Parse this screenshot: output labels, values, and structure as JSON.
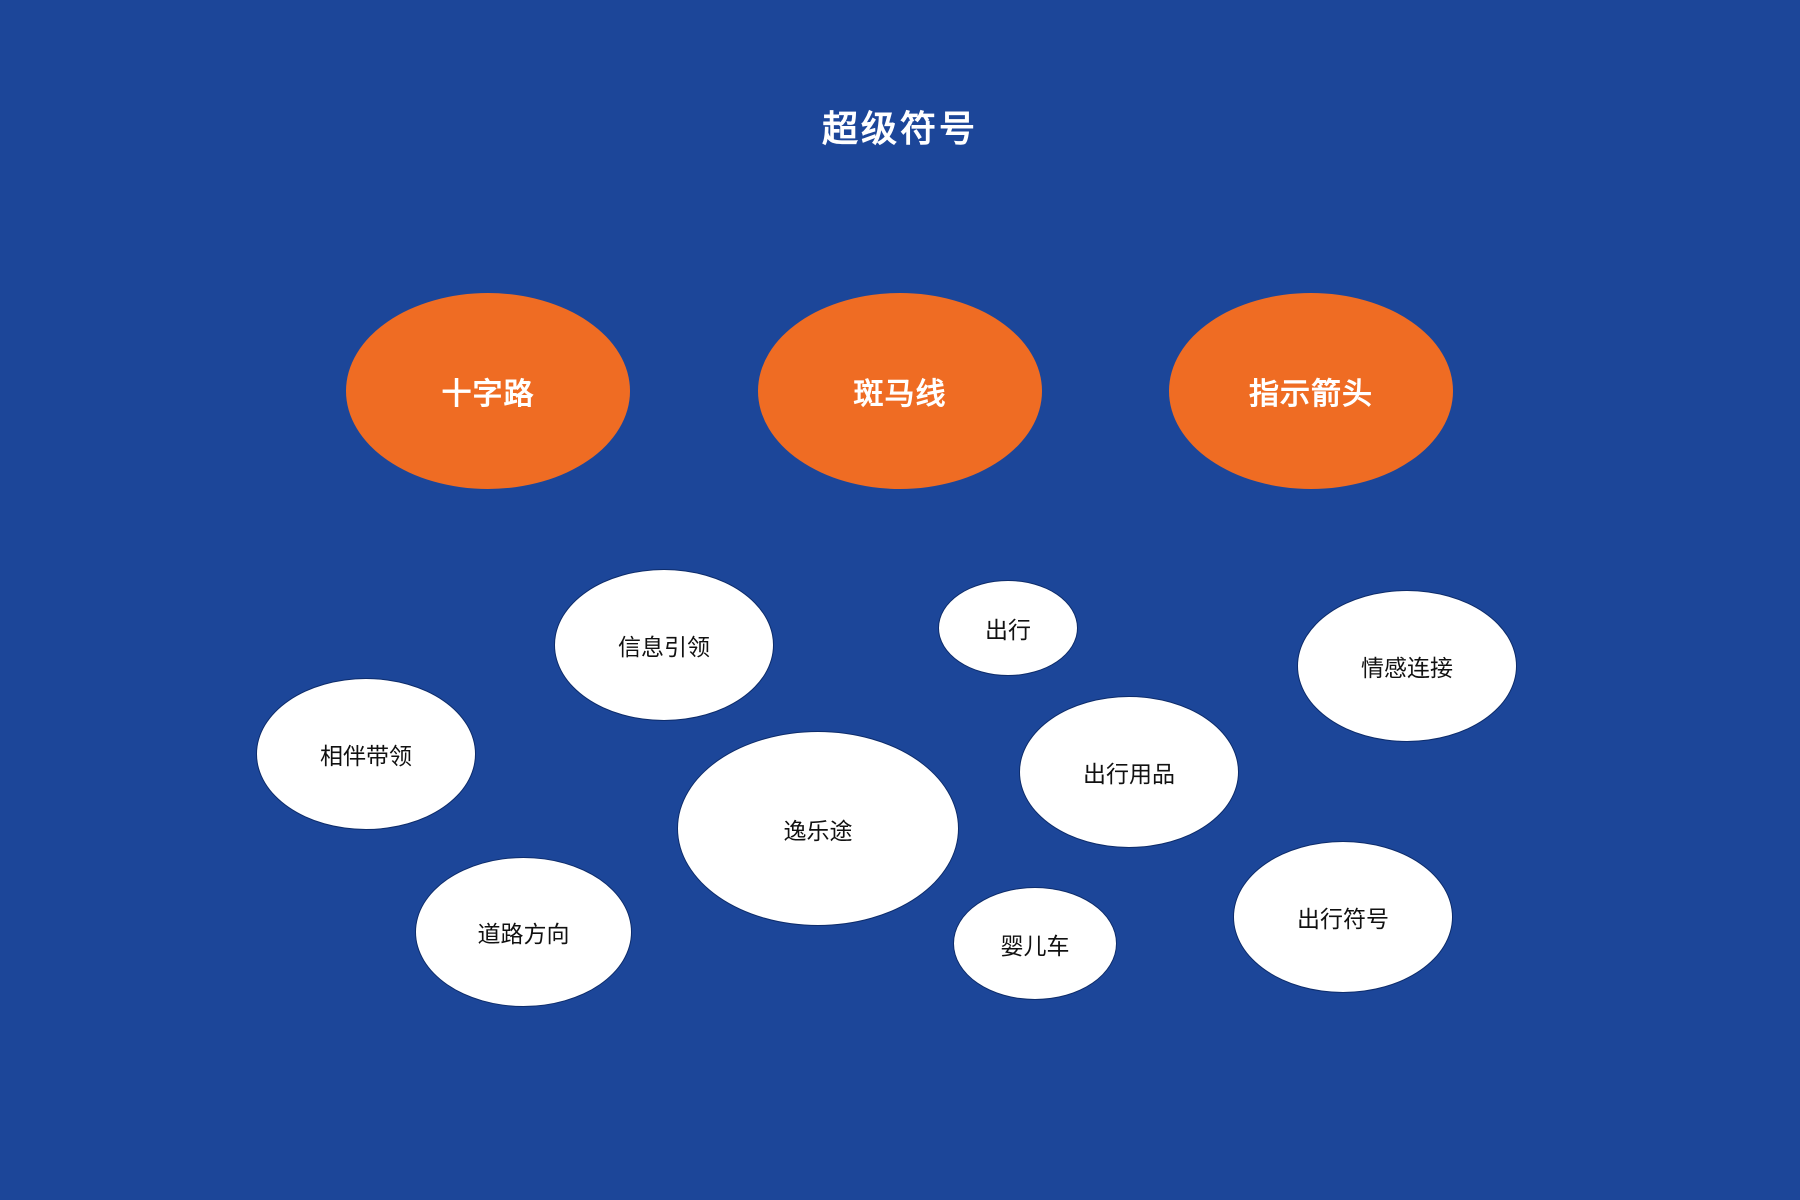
{
  "title": "超级符号",
  "colors": {
    "background": "#1c4699",
    "primary_bubble": "#ef6c23",
    "secondary_bubble": "#ffffff"
  },
  "primary_nodes": [
    {
      "label": "十字路"
    },
    {
      "label": "斑马线"
    },
    {
      "label": "指示箭头"
    }
  ],
  "secondary_nodes": [
    {
      "label": "信息引领"
    },
    {
      "label": "出行"
    },
    {
      "label": "情感连接"
    },
    {
      "label": "相伴带领"
    },
    {
      "label": "出行用品"
    },
    {
      "label": "逸乐途"
    },
    {
      "label": "道路方向"
    },
    {
      "label": "出行符号"
    },
    {
      "label": "婴儿车"
    }
  ]
}
